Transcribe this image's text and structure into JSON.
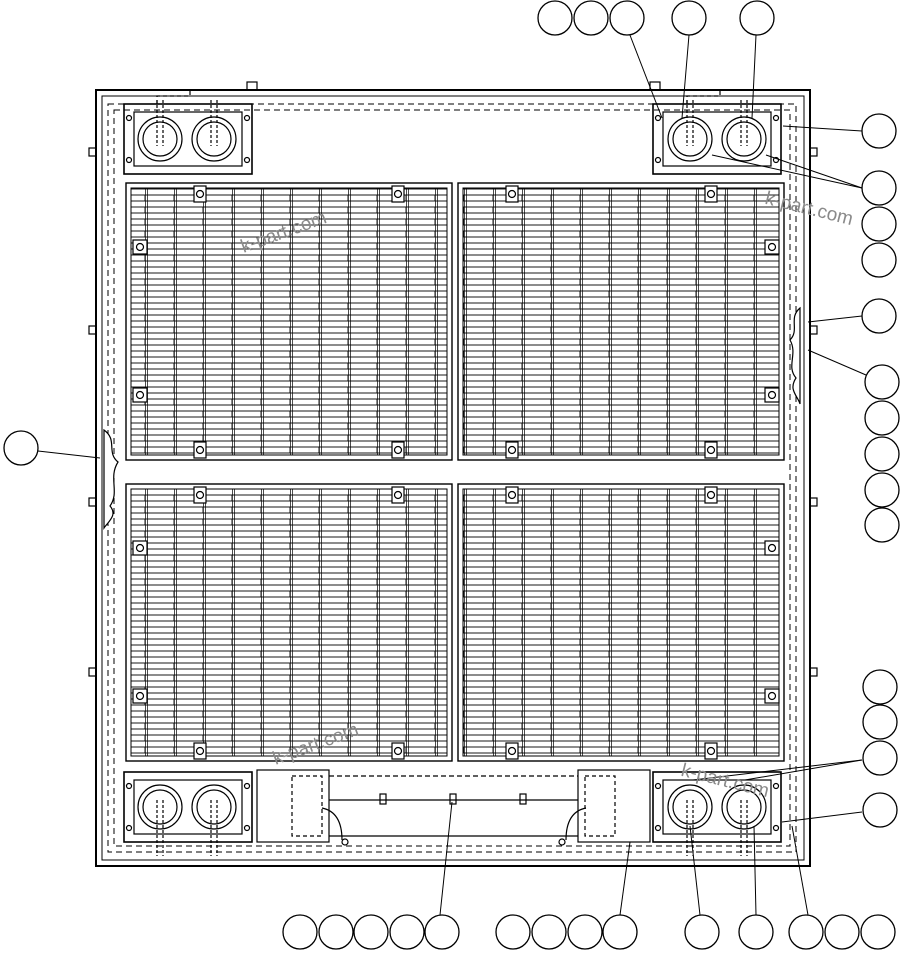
{
  "figure": {
    "watermarks": [
      "k-part.com",
      "k-part.com",
      "k-part.com",
      "k-part.com"
    ],
    "callout_count": 34,
    "line_color": "#000000",
    "background_color": "#ffffff",
    "watermark_color": "#8a8a8a"
  }
}
